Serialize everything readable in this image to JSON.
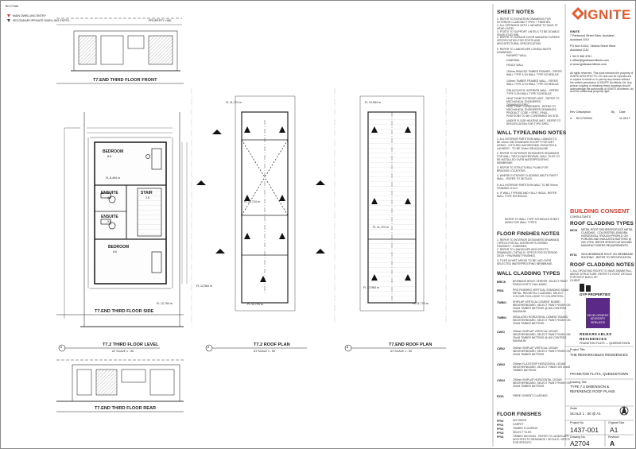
{
  "sheet": {
    "corner_code": "BC17/166",
    "key_notes": [
      "MAIN DWELLING ENTRY",
      "SECONDARY/PRIVATE DWELLING ENTRY"
    ]
  },
  "views": {
    "end_third_floor_front": "T7.END THIRD FLOOR FRONT",
    "end_third_floor_side": "T7.END THIRD FLOOR SIDE",
    "end_third_floor_rear": "T7.END THIRD FLOOR REAR",
    "property_line": "PROPERTY LINE",
    "level1_num": "1",
    "level1_title": "T7.2 THIRD FLOOR LEVEL",
    "level1_scale": "AT SCALE 1 : 50",
    "level2_num": "2",
    "level2_title": "T7.2 ROOF PLAN",
    "level2_scale": "AT SCALE 1 : 50",
    "level3_num": "3",
    "level3_title": "T7.END ROOF PLAN",
    "level3_scale": "AT SCALE 1 : 50"
  },
  "rooms": {
    "bedroom1": "BEDROOM",
    "bedroom1_area": "8.8",
    "ensuite1": "ENSUITE",
    "ensuite1_area": "3.2",
    "ensuite2": "ENSUITE",
    "ensuite2_area": "3.0",
    "stair": "STAIR",
    "stair_area": "2.6",
    "bedroom2": "BEDROOM",
    "bedroom2_area": "8.6"
  },
  "dims": {
    "fl1": "FL 8,494 m",
    "fl2": "FL 11,724 m",
    "fl3": "FL 11,724 m",
    "fl4": "FL 12,964 m",
    "fl5": "FL 11,724 m",
    "fl6": "FL 12,964 m",
    "fl7": "FL 11,724 m",
    "fl8": "FL 12,964 m",
    "fl9": "FL 11,724 m",
    "fl10": "FL 12,764 m"
  },
  "notes": {
    "sheet_notes_title": "SHEET NOTES",
    "sheet_notes": [
      "1. REFER TO ELEVATION DRAWINGS FOR EXTERIOR CLADDING TYPES + FINISHES.",
      "2. ALL OPENINGS WITH 1.4M WIDE TO HAVE 2F HEAD LINTEL.",
      "3. POSTS TO SUPPORT LINTELS TO BE DOUBLE 90X45 STUD MIN.",
      "4. REFER TO GARAGE DOOR MANUFACTURERS SPECIFICATION FOR POSTS AND ARCHITECTURAL SPECIFICATION.",
      "5. REFER TO LANDSCAPE CONSULTANTS DRAWINGS."
    ],
    "wall_legend": [
      "PARAPET WALL",
      "HANDRAIL",
      "FENCE WALL",
      "190mm BRACED TIMBER FRAMED - REFER WALL TYPE 1/ IN WALL TYPE SCHEDULE",
      "140mm TIMBER FRAMED WALL - REFER WALL TYPE 2/ IN WALL TYPE SCHEDULE",
      "GIB ACOUSTIC INTERIOR WALL - REFER TYPE 3 ON WALL TYPE SCHEDULE",
      "HEAT PUMP EXTERIOR UNIT - REFER TO MECHANICAL ENGINEERS DRAWINGS/SPEC",
      "HEAT PUMP CONDENSER - REFER TO MECHANICAL ENGINEERS DRAWINGS, PRODUCT CODE + SPEC, FINAL POSITIONS TO BE CONFIRMED ON SITE.",
      "UNDER FLOOR HEATING MAT - REFER TO SPECIFICATION FOR TYPE SPEC"
    ],
    "wall_type_title": "WALL TYPE/LINING NOTES",
    "wall_type_notes": [
      "1. ALL INTERIOR PARTITION WALL LININGS TO BE 10mm GIB STANDARD EXCEPT FOR WET AREAS - KITCHEN, BATHROOMS, ENSUITES & LAUNDRY - TO BE 10mm GIB AQUALINE.",
      "2. REFER TO INTERIOR DESIGNERS DRAWINGS FOR WALL TIES IN BATHROOMS, WALL TILES TO BE INSTALLED OVER WATERPROOFING MEMBRANE.",
      "3. REFER TO STRUCTURAL PLANS FOR BRACING LOCATIONS.",
      "4. WHERE EXTERIOR CLADDING ABUTS PARTY WALL - REFER TO DETAILS.",
      "5. ALL INTERIOR PARTITION WALL TO BE 90mm FRAMING U.N.O.",
      "6. IF WALL TYPE/BE AND FULLY INSUL, REFER WALL TYPE SCHEDULE."
    ],
    "wall_type_tail": "REFER TO WALL TYPE SCHEDULE SHEET A0904 FOR WALL TYPES",
    "floor_finishes_notes_title": "FLOOR FINSHES NOTES",
    "floor_finishes_notes": [
      "1. REFER TO INTERIOR DESIGNERS DRAWINGS / SPECS FOR ALL INTERIOR FLOORING FINISHES + JOINERIES.",
      "2. REFER TO LANDSCAPE ARCHITECTS DRAWINGS / DETAILS / SPECS FOR EXTERIOR DECK + PAVEMENT FINISHES.",
      "3. TILES IN WET AREAS TO BE LAID OVER SELECTED WATERPROOFING MEMBRANE."
    ],
    "wall_cladding_title": "WALL CLADDING TYPES",
    "wall_cladding": [
      {
        "code": "BRICK",
        "desc": "BRISBANE BRICK VENEER, SELECT PAINT FINISH DUSTY HALLMARK."
      },
      {
        "code": "FB01",
        "desc": "PRE-FINISHED VERTICAL STANDING SEAM METAL, RIB METAL CLADDING. SELECT COLOUR EXCLUSIVE TO COLORSTEEL."
      },
      {
        "code": "TWB01",
        "desc": "SHIPLAP VERTICAL CEMENT BOARD WEATHERBOARD, SELECT PAINT FINISH ON 20x45 TIMBER BATTENS @ 600 CENTRES MAXIMUM."
      },
      {
        "code": "TWB02",
        "desc": "INSULATED HORIZONTAL CEMENT BOARD WEATHERBOARD, SELECT PAINT FINISH ON 20x45 TIMBER BATTENS."
      },
      {
        "code": "CW01",
        "desc": "150mm SHIPLAP VERTICAL CEDAR WEATHERBOARD, SELECT PAINT FINISH ON 20x45 TIMBER BATTENS @ 600 CENTRES MAXIMUM."
      },
      {
        "code": "CW02",
        "desc": "150mm SHIPLAP VERTICAL CEDAR WEATHERBOARD, SELECT PAINT FINISH ON 20x45 TIMBER BATTENS."
      },
      {
        "code": "CW03",
        "desc": "190mm FLAT/STRIP HORIZONTAL CEDAR WEATHERBOARD, SELECT FINISH ON 20x45 TIMBER BATTENS."
      },
      {
        "code": "CW04",
        "desc": "190mm SHIPLAP HORIZONTAL CEDAR WEATHERBOARD, SELECT PAINT FINISH ON 20x45 TIMBER BATTENS."
      },
      {
        "code": "EX01",
        "desc": "FIBRE CEMENT CLADDING."
      }
    ],
    "floor_finishes_title": "FLOOR FINISHES",
    "floor_finishes": [
      {
        "code": "FF00",
        "desc": "NO FINISH"
      },
      {
        "code": "FF01",
        "desc": "CARPET"
      },
      {
        "code": "FF02",
        "desc": "TIMBER FLOORING"
      },
      {
        "code": "FF03",
        "desc": "SELECT TILES"
      },
      {
        "code": "FF04",
        "desc": "TIMBER DECKING - REFER TO LANDSCAPE ARCHITECTS DRAWINGS / DETAILS / SPECS FOR SPECIFIC"
      }
    ]
  },
  "titleblock": {
    "logo": "IGNITE",
    "address_lines": [
      "IGNITE",
      "7 Parkwood Street Eden, Auckland",
      "Auckland 1010",
      "PO Box 91301, Victoria Street West",
      "Auckland 1142",
      "t +64 9 366 4761",
      "e office@igniteaarchitects.com",
      "w www.igniteaarchitects.com"
    ],
    "copyright": "All rights reserved. This work remains the property of IGNITE ARCHITECTS LTD and can be reproduced or copied in whole or in part by any means without the written permission of IGNITE Architects Ltd. Any person copying or retaining these drawings should acknowledge the authorship of IGNITE Architects Ltd and the intellectual property right.",
    "rev_header": [
      "Rev",
      "Description",
      "By",
      "Date"
    ],
    "rev_rows": [
      [
        "A",
        "BC17/00000",
        "",
        "11.08.17"
      ]
    ],
    "building_consent": "BUILDING CONSENT",
    "consultants_label": "CONSULTANTS",
    "roof_cladding_title": "ROOF CLADDING TYPES",
    "roof_cladding": [
      {
        "code": "MC01",
        "desc": "METAL ROOF DISHES/PROFILED METAL CLADDING - COLORSTEEL ENDURA HORIZONTAL TROUGH PROFILE ON PURLINS AND INSULATED BATTENS @ 900 CTRS. REFER SPECIFICATION AND MANUFACTURERS REQUIREMENTS."
      },
      {
        "code": "RT01",
        "desc": "SIKA MEMBRANE ROOF ON MEMBRANE ROOFING - REFER TO SPECIFICATION."
      }
    ],
    "roof_cladding_notes_title": "ROOF CLADDING NOTES",
    "roof_cladding_notes": "1. ALL SPOUTING ROOFS TO HAVE 250MM FALL ABOVE STRUCTURE. REFER TO ROOF DETAILS FOR ROOF BUILD UP.",
    "client_label": "CLIENT",
    "client1": "GYP PROPERTIES",
    "client2_line1": "DEVELOPMENT",
    "client2_line2": "ADVISORY",
    "client2_line3": "SERVICES",
    "client3_line1": "REMARKABLES",
    "client3_line2": "RESIDENCES",
    "client3_sub": "FRANKTON FLATS — QUEENSTOWN",
    "project_label": "Project Title",
    "project_value": "THE REMARKABLES RESIDENCES",
    "project_location": "FRANKTON FLATS, QUEENSTOWN",
    "drawing_title_label": "Drawing Title",
    "drawing_title_line1": "TYPE 7.2 DIMENSION &",
    "drawing_title_line2": "REFERENCE ROOF PLANS",
    "scale_label": "Scale",
    "scale_value": "SCALE 1 : 50 @ A1",
    "project_no_label": "Project No.",
    "project_no": "1437-001",
    "orig_size_label": "Original Size",
    "orig_size": "A1",
    "drawing_no_label": "Drawing No.",
    "drawing_no": "A2704",
    "revision_label": "Revision",
    "revision": "A"
  },
  "colors": {
    "ignite_orange": "#e8592c",
    "consent_red": "#e03a2e",
    "dev_advisory_purple": "#5b2a86",
    "line": "#333333"
  }
}
